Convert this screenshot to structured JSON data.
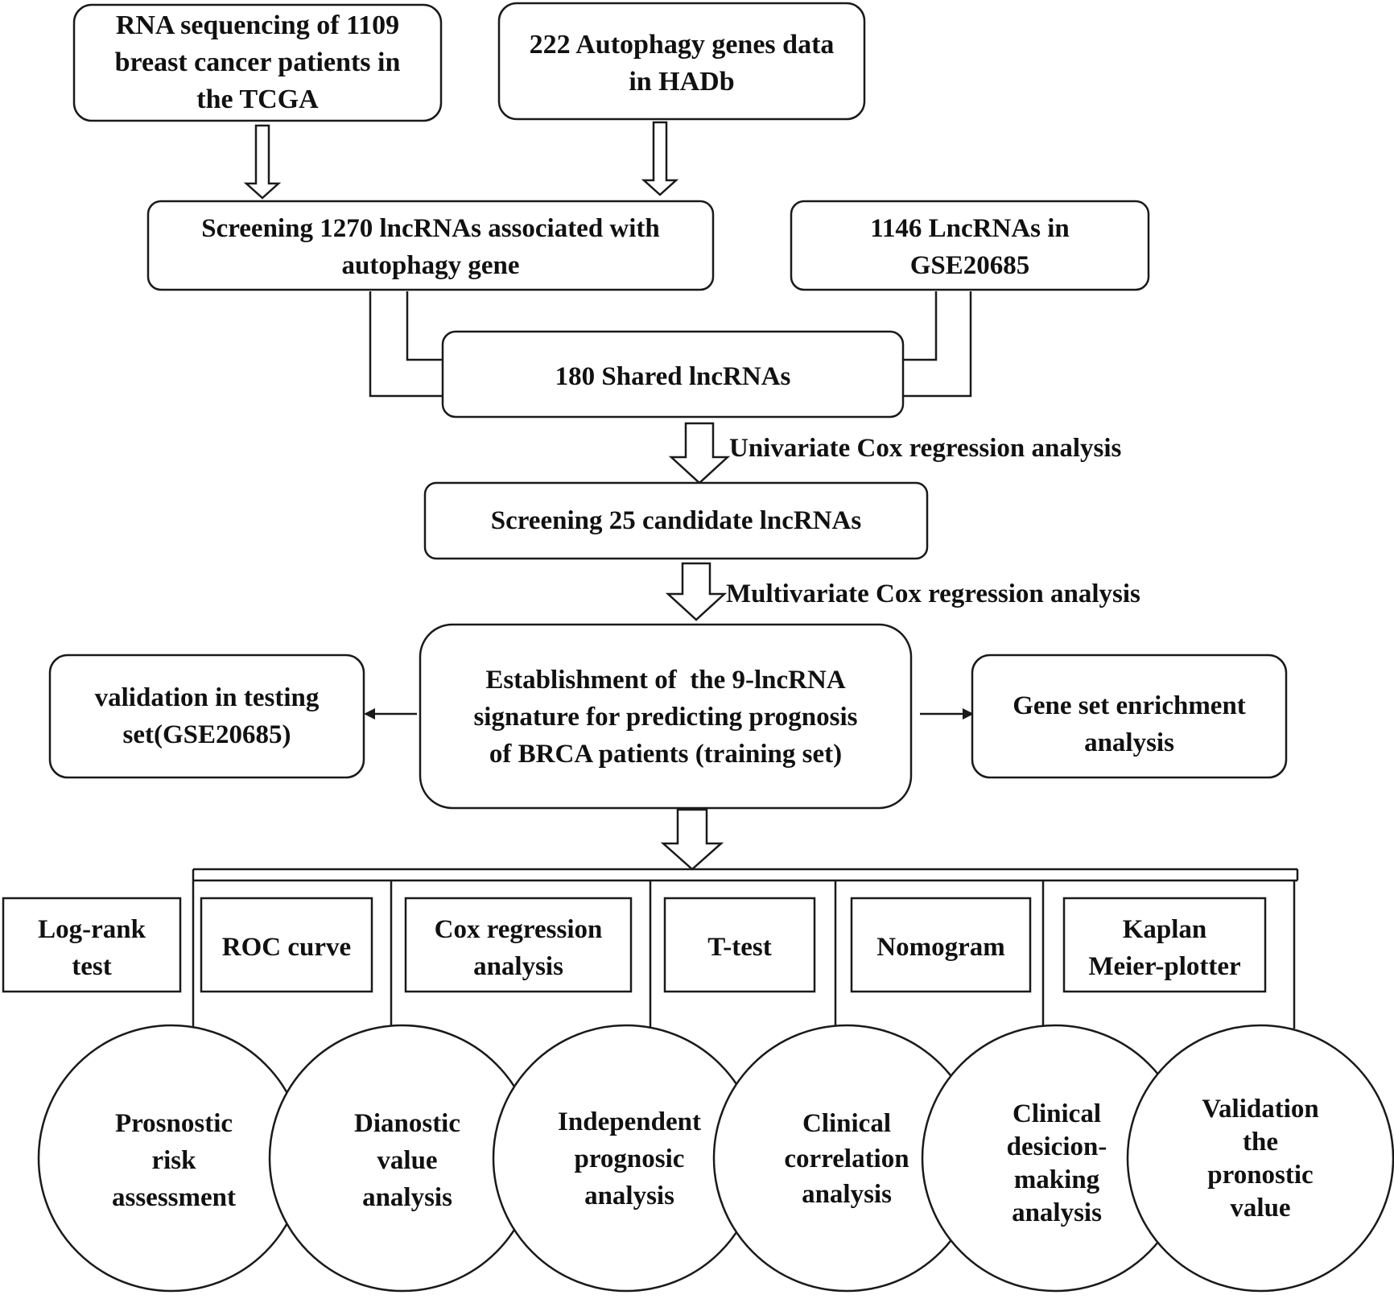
{
  "colors": {
    "stroke": "#1a1a1a",
    "text": "#111111",
    "background": "#ffffff"
  },
  "nodes": {
    "rna_seq": {
      "lines": [
        "RNA sequencing of 1109",
        "breast cancer patients in",
        "the TCGA"
      ]
    },
    "autophagy": {
      "lines": [
        "222 Autophagy genes data",
        "in HADb"
      ]
    },
    "screening": {
      "lines": [
        "Screening 1270 lncRNAs associated with",
        "autophagy gene"
      ]
    },
    "gse": {
      "lines": [
        "1146 LncRNAs in",
        "GSE20685"
      ]
    },
    "shared": {
      "lines": [
        "180 Shared lncRNAs"
      ]
    },
    "candidate": {
      "lines": [
        "Screening 25 candidate lncRNAs"
      ]
    },
    "establish": {
      "lines": [
        "Establishment of  the 9-lncRNA",
        "signature for predicting prognosis",
        "of BRCA patients (training set)"
      ]
    },
    "validation": {
      "lines": [
        "validation in testing",
        "set(GSE20685)"
      ]
    },
    "gsea": {
      "lines": [
        "Gene set enrichment",
        "analysis"
      ]
    },
    "logrank": {
      "lines": [
        "Log-rank",
        "test"
      ]
    },
    "roc": {
      "lines": [
        "ROC curve"
      ]
    },
    "cox": {
      "lines": [
        "Cox regression",
        "analysis"
      ]
    },
    "ttest": {
      "lines": [
        "T-test"
      ]
    },
    "nomogram": {
      "lines": [
        "Nomogram"
      ]
    },
    "kaplan": {
      "lines": [
        "Kaplan",
        "Meier-plotter"
      ]
    },
    "c_risk": {
      "lines": [
        "Prosnostic",
        "risk",
        "assessment"
      ]
    },
    "c_diag": {
      "lines": [
        "Dianostic",
        "value",
        "analysis"
      ]
    },
    "c_indep": {
      "lines": [
        "Independent",
        "prognosic",
        "analysis"
      ]
    },
    "c_clin": {
      "lines": [
        "Clinical",
        "correlation",
        "analysis"
      ]
    },
    "c_decision": {
      "lines": [
        "Clinical",
        "desicion-",
        "making",
        "analysis"
      ]
    },
    "c_valid": {
      "lines": [
        "Validation",
        "the",
        "pronostic",
        "value"
      ]
    }
  },
  "edge_labels": {
    "univariate": "Univariate Cox regression analysis",
    "multivariate": "Multivariate Cox regression analysis"
  }
}
